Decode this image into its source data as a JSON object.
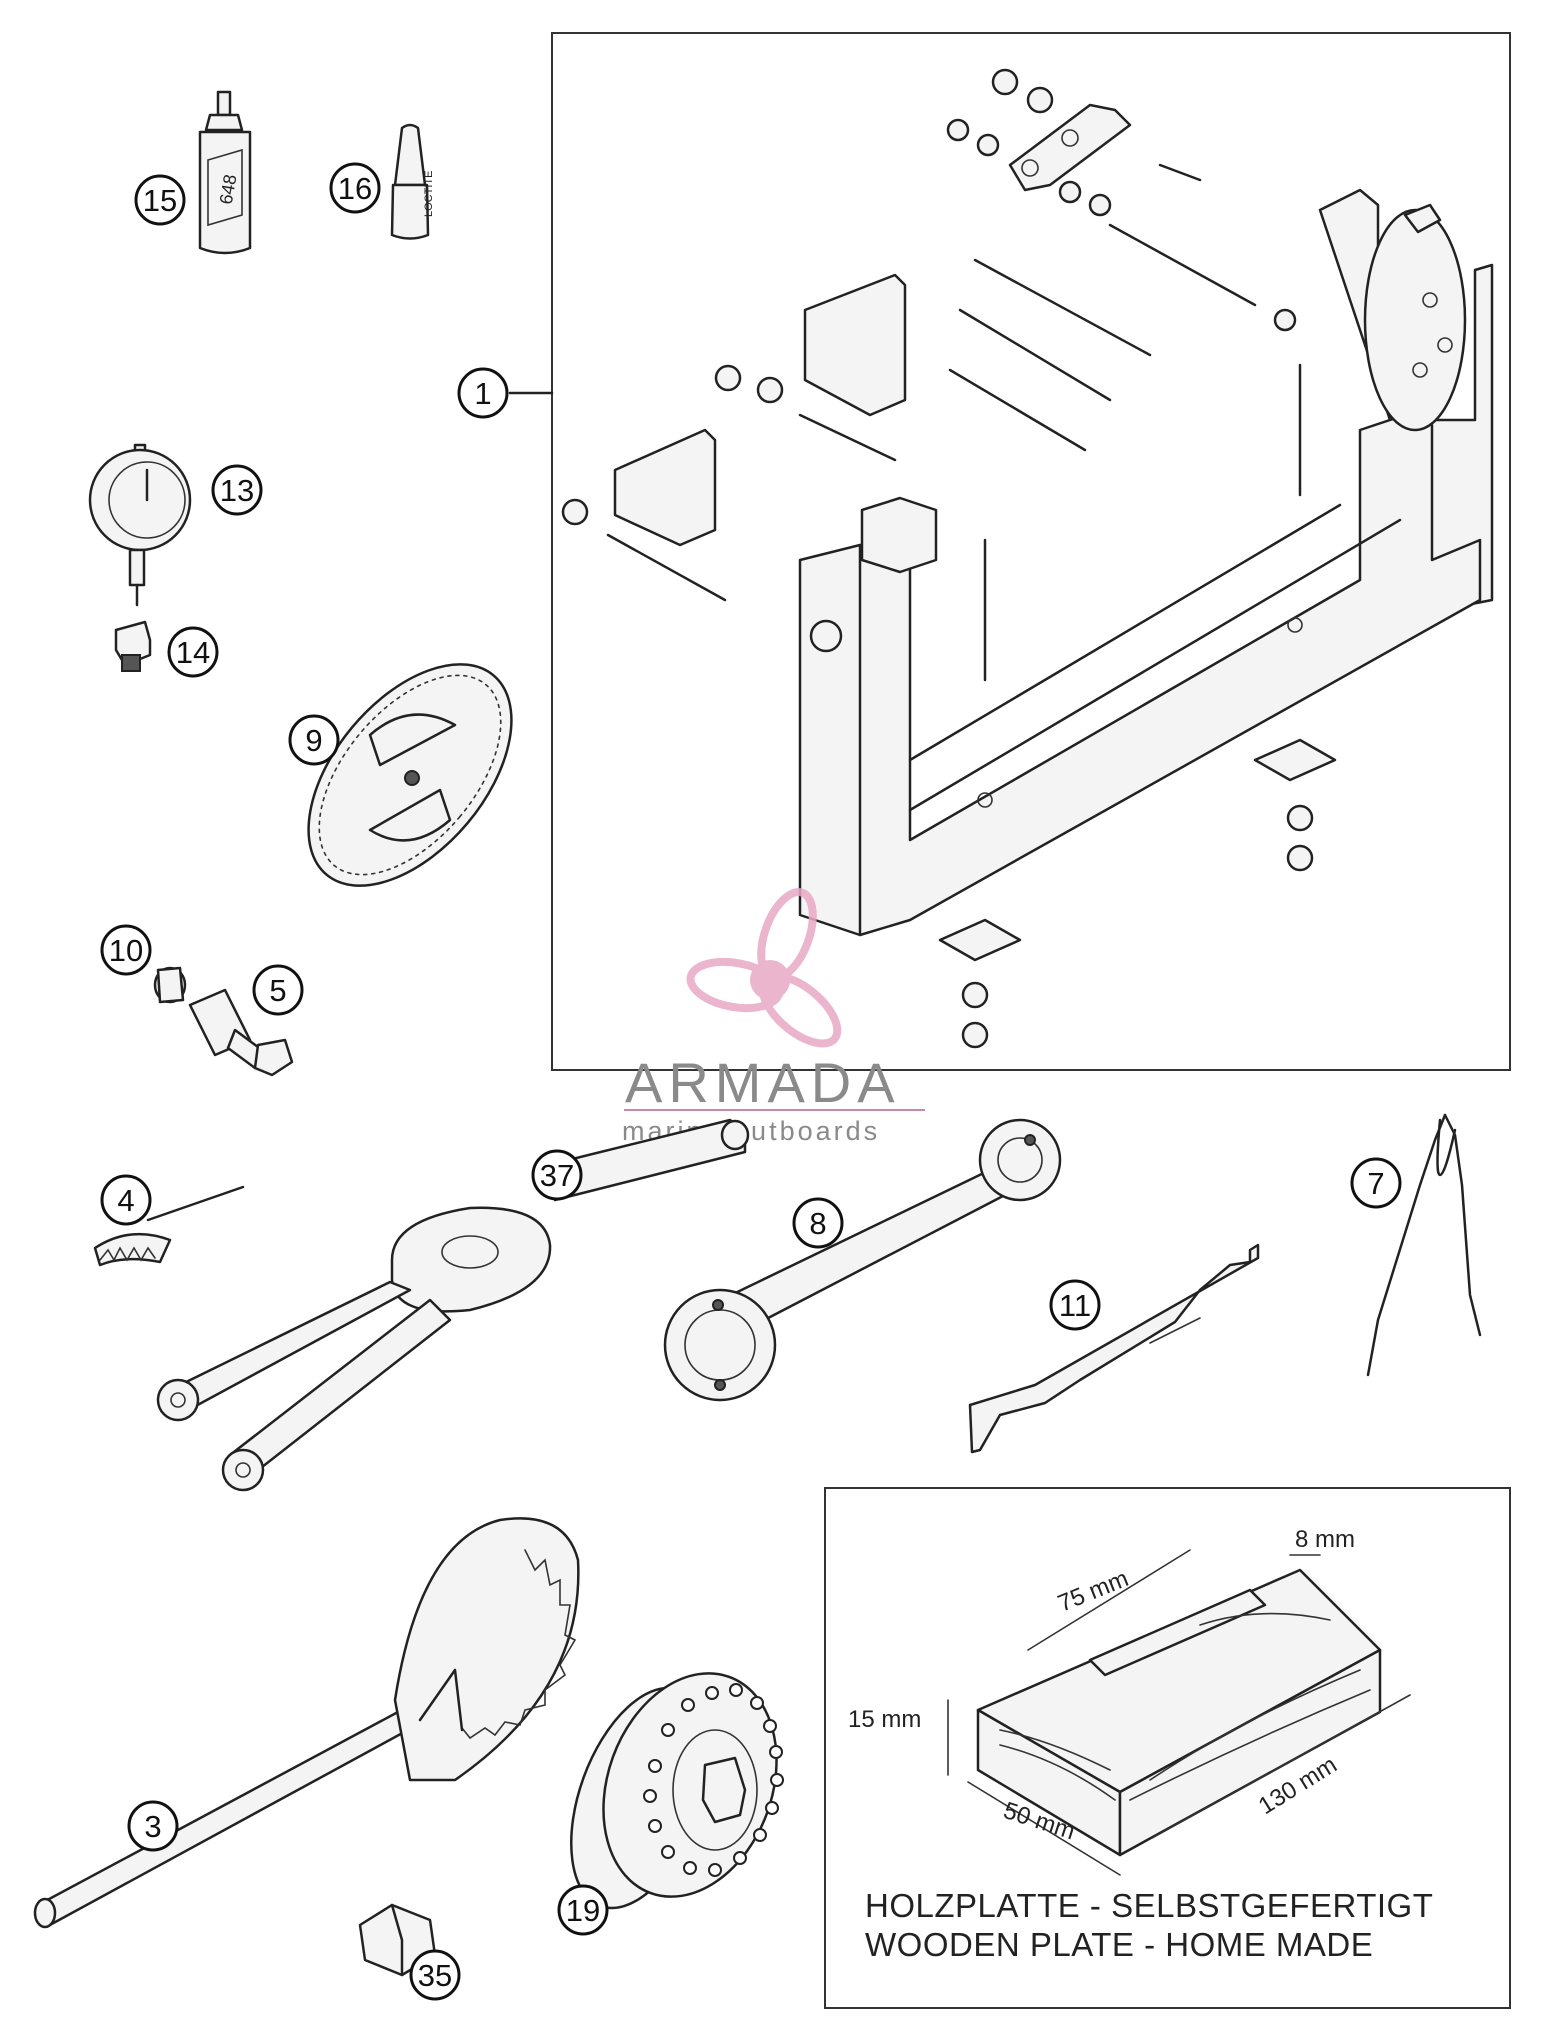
{
  "callouts": {
    "c1": "1",
    "c3": "3",
    "c4": "4",
    "c5": "5",
    "c7": "7",
    "c8": "8",
    "c9": "9",
    "c10": "10",
    "c11": "11",
    "c13": "13",
    "c14": "14",
    "c15": "15",
    "c16": "16",
    "c19": "19",
    "c35": "35",
    "c37": "37"
  },
  "bottle_15_label": "648",
  "bottle_16_label": "LOCTITE",
  "wooden_plate": {
    "dim_8": "8 mm",
    "dim_75": "75 mm",
    "dim_15": "15 mm",
    "dim_130": "130 mm",
    "dim_50": "50 mm",
    "note_de": "HOLZPLATTE - SELBSTGEFERTIGT",
    "note_en": "WOODEN PLATE - HOME MADE"
  },
  "watermark": {
    "brand": "ARMADA",
    "tagline": "marine outboards",
    "color": "#e8a9c6"
  }
}
